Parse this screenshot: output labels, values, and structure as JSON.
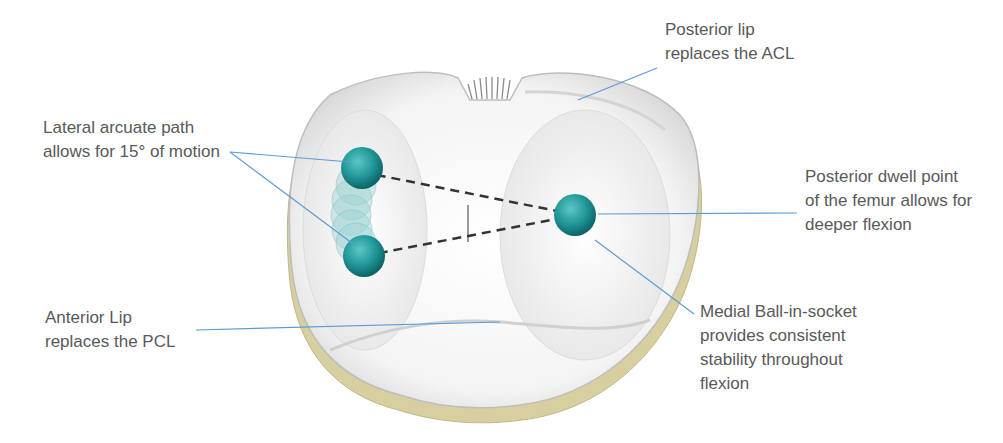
{
  "diagram": {
    "labels": [
      "Lateral arcuate path allows for 15° of motion",
      "Anterior Lip replaces the PCL",
      "Posterior lip replaces the ACL",
      "Posterior dwell point of the femur allows for deeper flexion",
      "Medial Ball-in-socket provides consistent stability throughout flexion"
    ]
  }
}
